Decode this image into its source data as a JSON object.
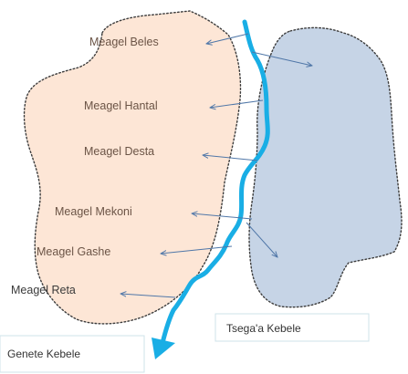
{
  "map": {
    "colors": {
      "left_region_fill": "#fde6d6",
      "right_region_fill": "#c6d4e6",
      "border": "#3c3c3c",
      "river": "#19aee5",
      "arrow": "#5077a8",
      "label_text": "#6b5446",
      "region_text": "#333333"
    },
    "places": [
      {
        "name": "Meagel Beles"
      },
      {
        "name": "Meagel Hantal"
      },
      {
        "name": "Meagel Desta"
      },
      {
        "name": "Meagel Mekoni"
      },
      {
        "name": "Meagel Gashe"
      },
      {
        "name": "Meagel Reta"
      }
    ],
    "regions": {
      "right": "Tsega'a Kebele",
      "bottom_left": "Genete Kebele"
    }
  }
}
